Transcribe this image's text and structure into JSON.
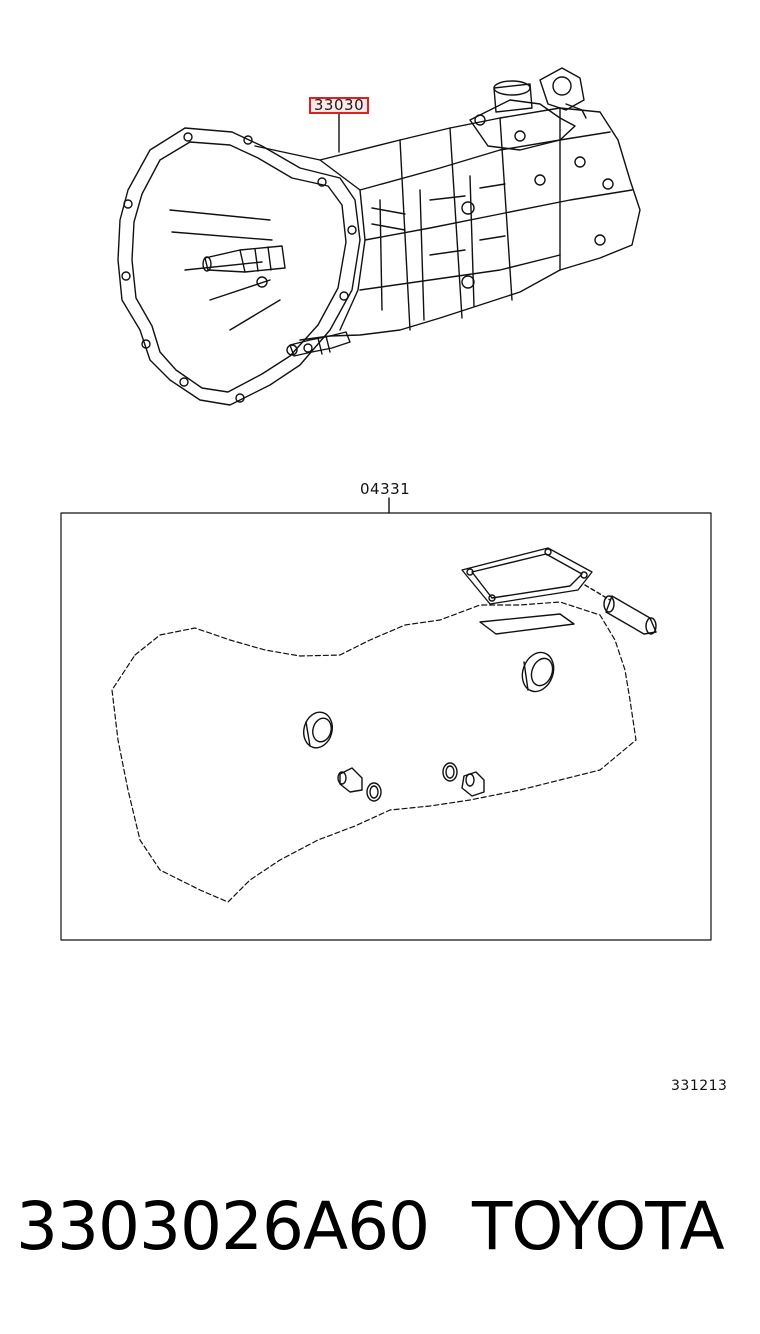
{
  "callouts": {
    "transmission": "33030",
    "gasket_kit": "04331"
  },
  "illustration_number": "331213",
  "footer": {
    "part_number": "3303026A60",
    "brand": "TOYOTA"
  },
  "colors": {
    "highlight_border": "#e02020",
    "line": "#111111"
  }
}
